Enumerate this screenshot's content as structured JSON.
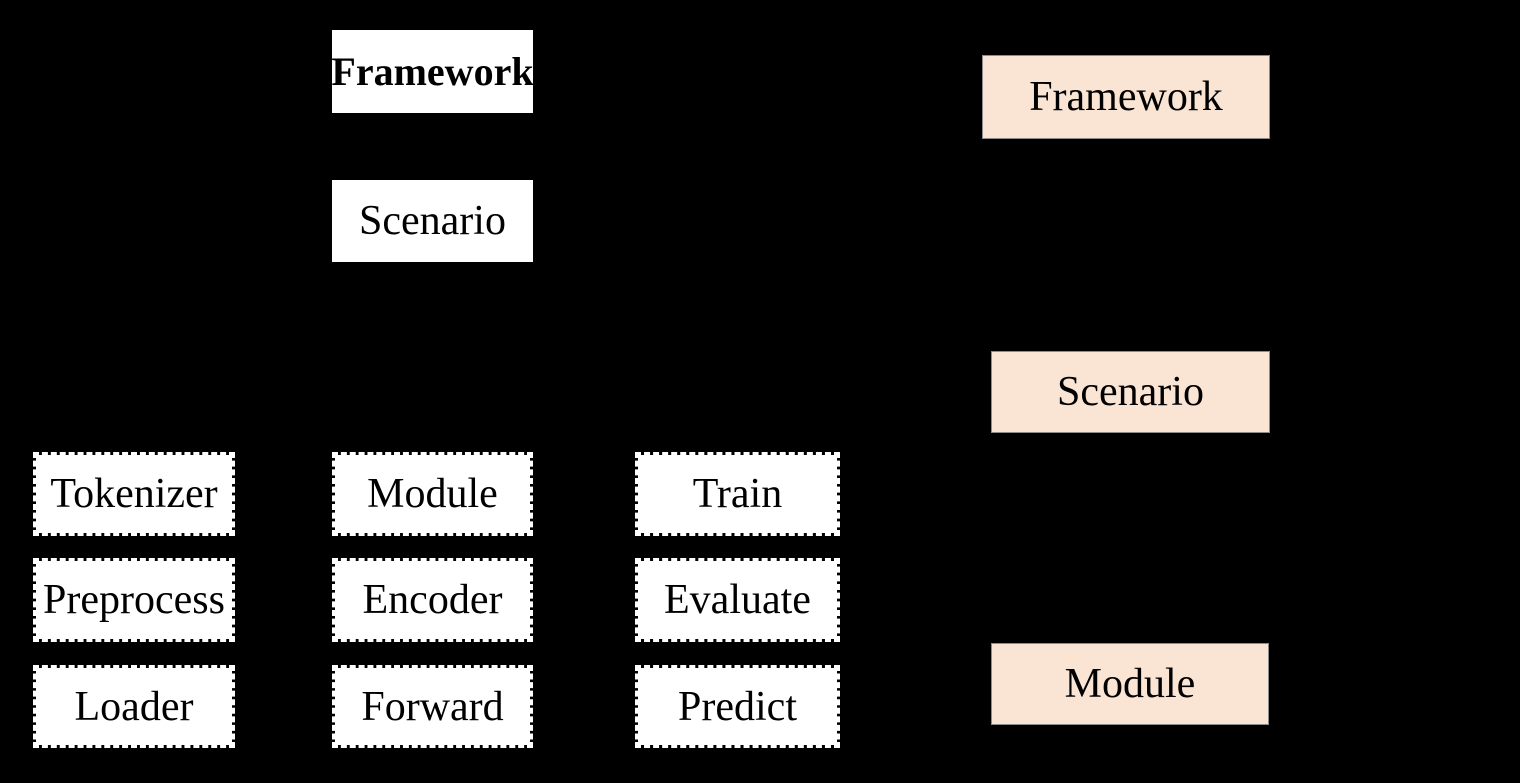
{
  "left_hierarchy": {
    "framework_label": "Framework",
    "scenario_label": "Scenario",
    "col1": [
      "Tokenizer",
      "Preprocess",
      "Loader"
    ],
    "col2": [
      "Module",
      "Encoder",
      "Forward"
    ],
    "col3": [
      "Train",
      "Evaluate",
      "Predict"
    ]
  },
  "right_hierarchy": {
    "framework_label": "Framework",
    "scenario_label": "Scenario",
    "module_label": "Module"
  },
  "colors": {
    "background": "#000000",
    "solid_box_fill": "#FFFFFF",
    "dashed_box_fill": "#FFFFFF",
    "dashed_box_border": "#FFFFFF",
    "accent_box_fill": "#FAE4D4",
    "accent_box_border": "#8C8C8C",
    "text": "#000000"
  }
}
